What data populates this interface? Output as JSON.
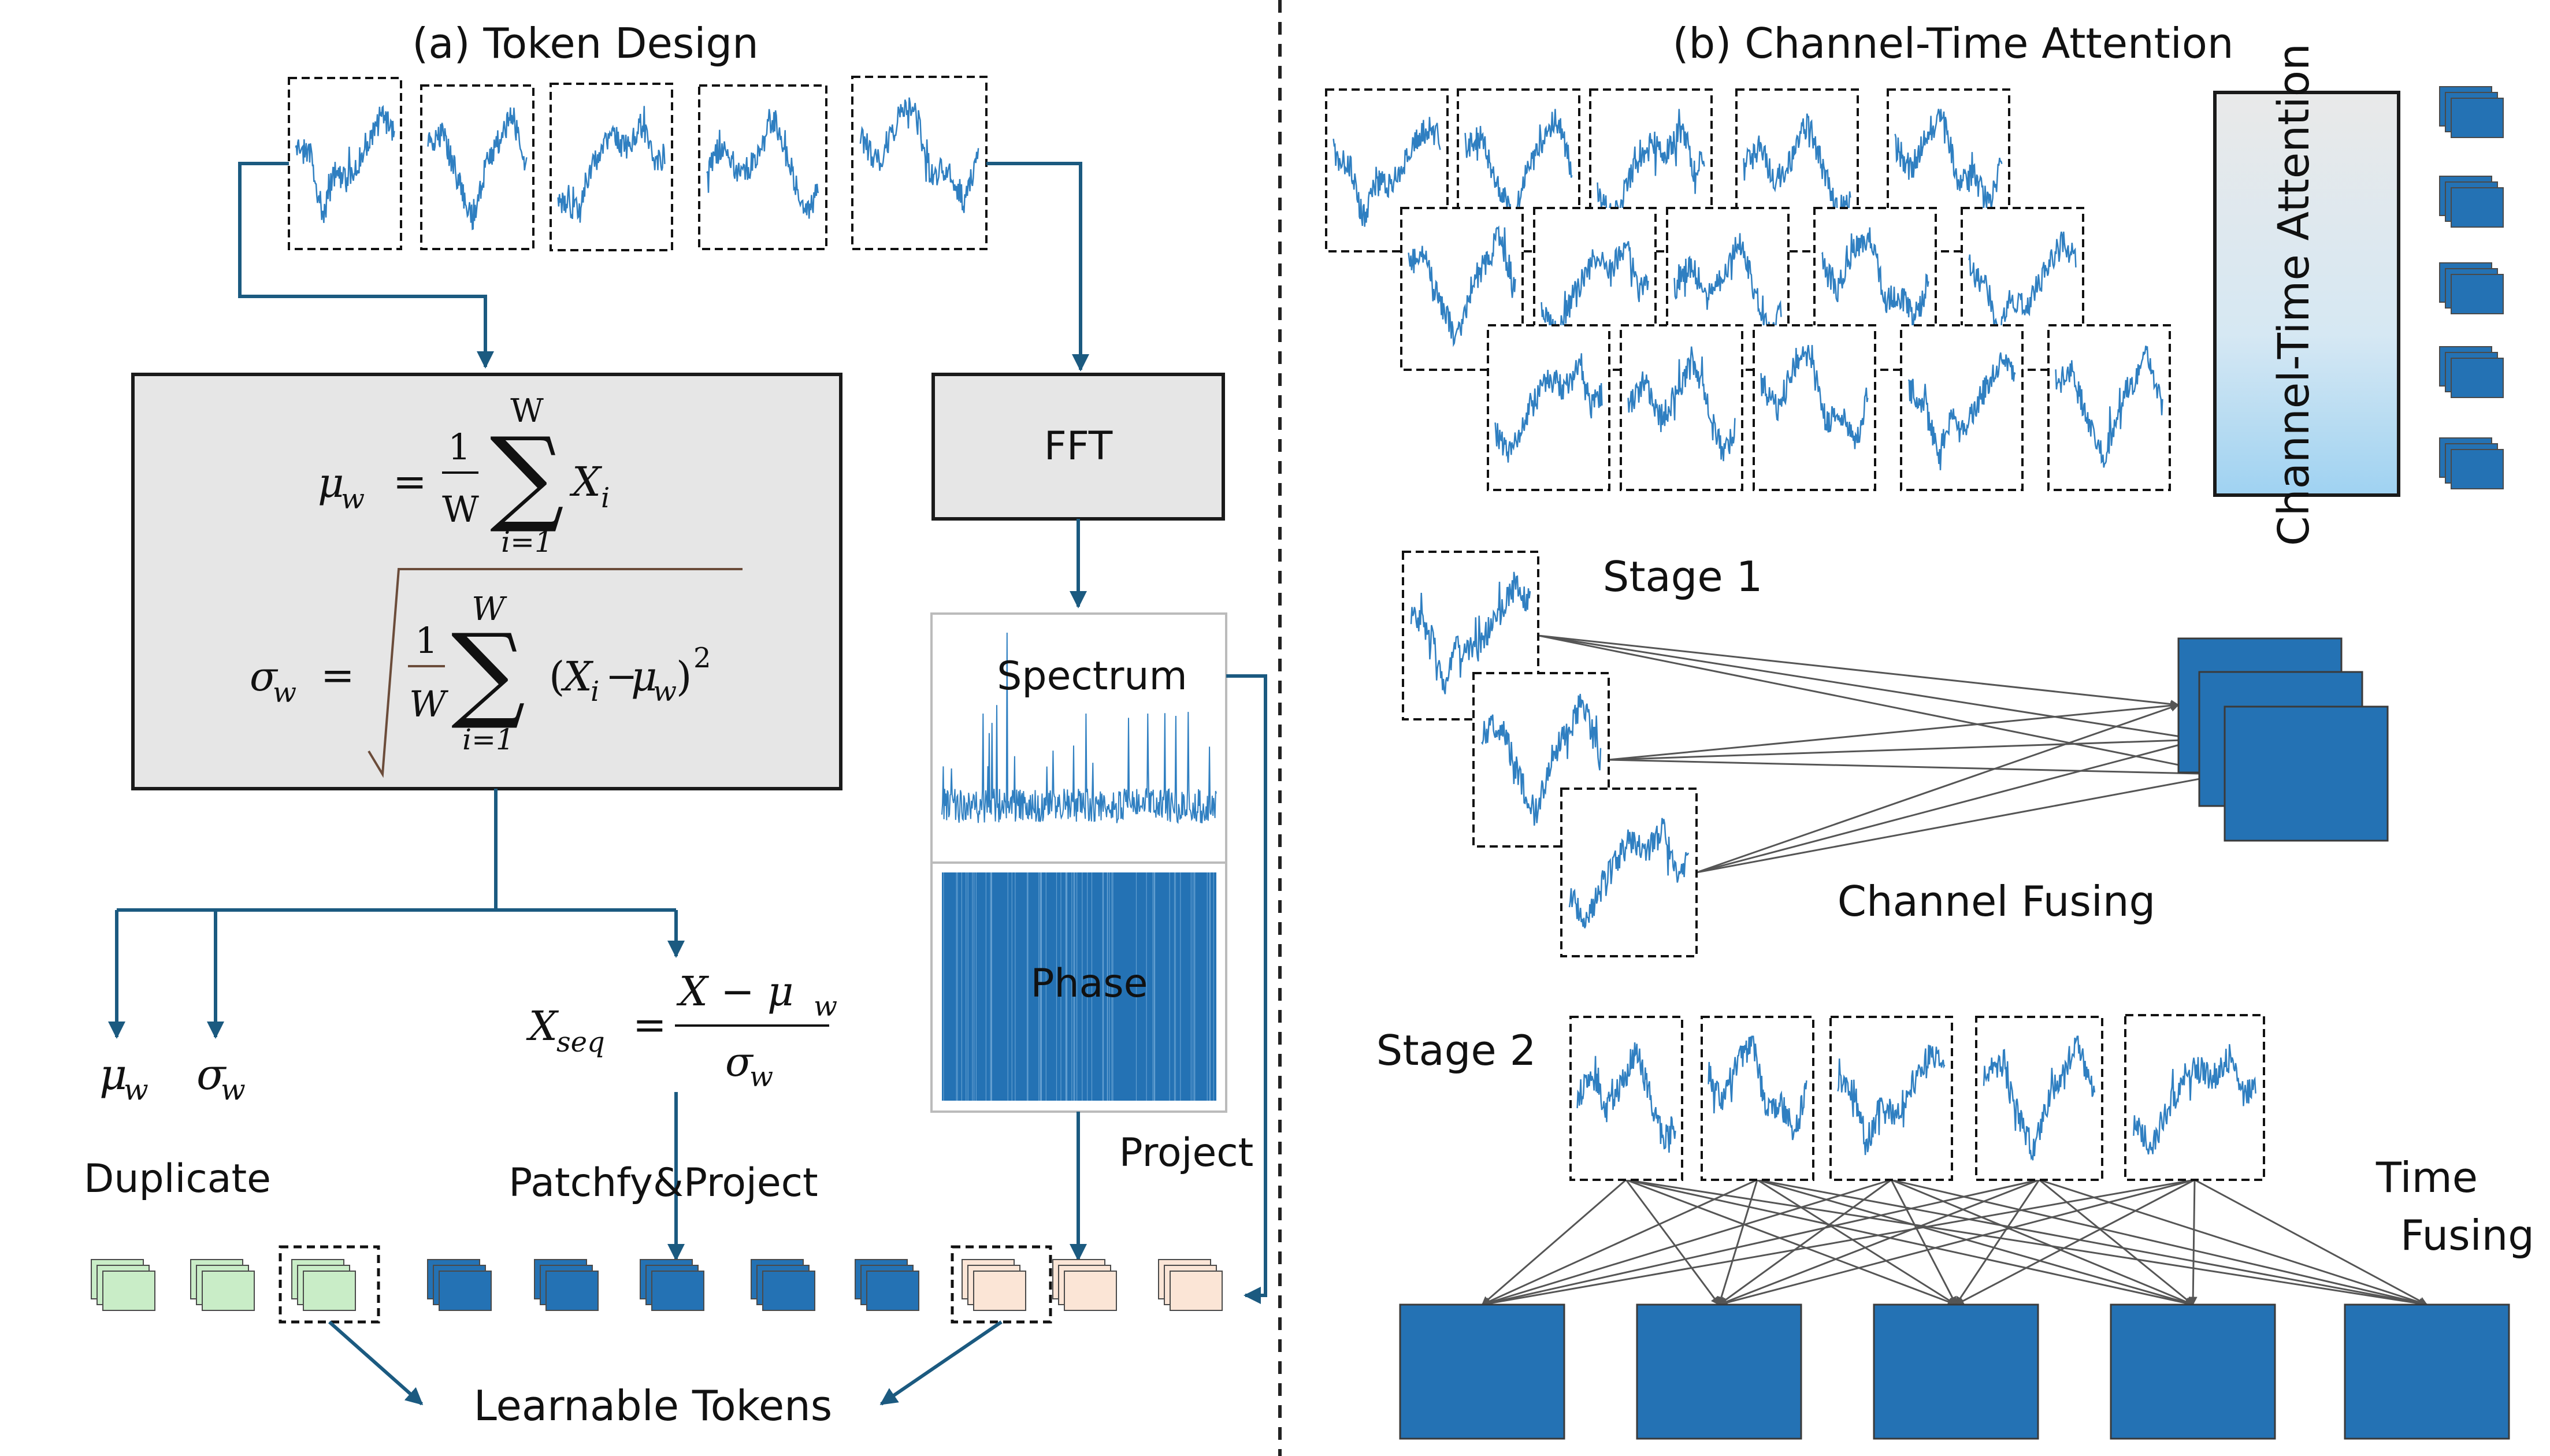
{
  "panel_a": {
    "title": "(a) Token Design",
    "fft_label": "FFT",
    "spectrum_label": "Spectrum",
    "phase_label": "Phase",
    "project_label": "Project",
    "duplicate_label": "Duplicate",
    "patchfy_label": "Patchfy&Project",
    "learnable_label": "Learnable Tokens",
    "mu_symbol": "μ",
    "mu_sub": "w",
    "sigma_symbol": "σ",
    "sigma_sub": "w",
    "formula_mu": {
      "lhs": "μ",
      "lhs_sub": "w",
      "eq": "=",
      "one": "1",
      "den": "W",
      "sum_top": "W",
      "sum_bottom": "i=1",
      "sigma_char": "∑",
      "term": "X",
      "term_sub": "i"
    },
    "formula_sigma": {
      "lhs": "σ",
      "lhs_sub": "w",
      "eq": "=",
      "one": "1",
      "den": "W",
      "sum_top": "W",
      "sum_bottom": "i=1",
      "sigma_char": "∑",
      "open": "(",
      "x": "X",
      "x_sub": "i",
      "minus": "−",
      "mu": "μ",
      "mu_sub": "w",
      "close": ")",
      "sq": "2"
    },
    "formula_xseq": {
      "lhs": "X",
      "lhs_sub": "seq",
      "eq": "=",
      "num": "X − μ",
      "num_sub": "w",
      "den": "σ",
      "den_sub": "w"
    }
  },
  "panel_b": {
    "title": "(b) Channel-Time Attention",
    "attention_label": "Channel-Time Attention",
    "stage1_label": "Stage 1",
    "stage2_label": "Stage 2",
    "channel_fusing_label": "Channel Fusing",
    "time_fusing_label_1": "Time",
    "time_fusing_label_2": "Fusing"
  },
  "colors": {
    "series_blue": "#2f7fc1",
    "token_blue": "#2472b4",
    "arrow_teal": "#1b5a80",
    "gray_box": "#e6e6e6",
    "green_token": "#c9edc7",
    "peach_token": "#fbe5d6",
    "gradient_top": "#e9e9e9",
    "gradient_bottom": "#9fd2f2"
  }
}
